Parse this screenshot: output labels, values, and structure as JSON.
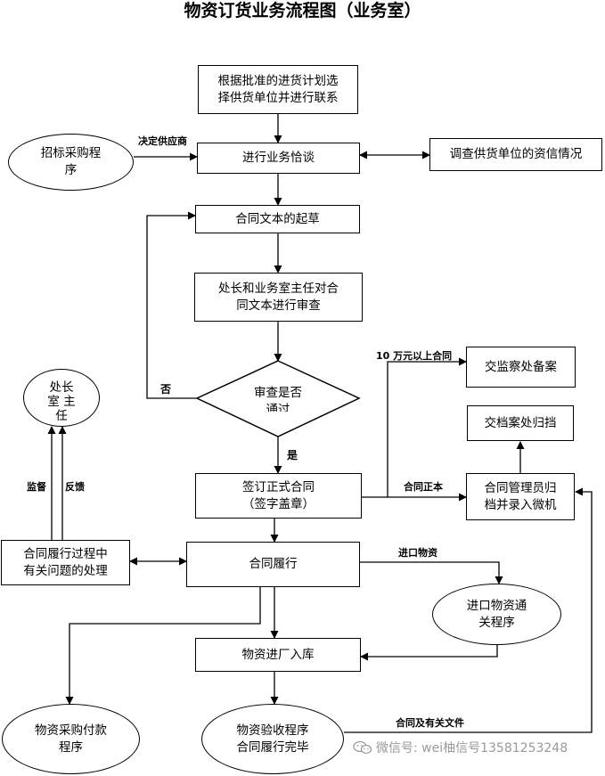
{
  "title": "物资订货业务流程图（业务室）",
  "nodes": {
    "select_supplier": "根据批准的进货计划选\n择供货单位并进行联系",
    "tender": "招标采购程\n序",
    "negotiate": "进行业务恰谈",
    "investigate": "调查供货单位的资信情况",
    "draft": "合同文本的起草",
    "review": "处长和业务室主任对合\n同文本进行审查",
    "approved": "审查是否\n通过",
    "supervisor": "处长\n室 主\n任",
    "filing_supervision": "交监察处备案",
    "archive": "交档案处归挡",
    "sign": "签订正式合同\n（签字盖章）",
    "contract_admin": "合同管理员归\n档并录入微机",
    "problem_handling": "合同履行过程中\n有关问题的处理",
    "perform": "合同履行",
    "import_customs": "进口物资通\n关程序",
    "warehouse": "物资进厂入库",
    "payment": "物资采购付款\n程序",
    "inspection": "物资验收程序\n合同履行完毕"
  },
  "labels": {
    "decide_supplier": "决定供应商",
    "no": "否",
    "yes": "是",
    "over_100k": "10 万元以上合同",
    "original_contract": "合同正本",
    "supervise": "监督",
    "feedback": "反馈",
    "import_goods": "进口物资",
    "contract_docs": "合同及有关文件"
  },
  "watermark": "微信号: wei柚信号13581253248"
}
